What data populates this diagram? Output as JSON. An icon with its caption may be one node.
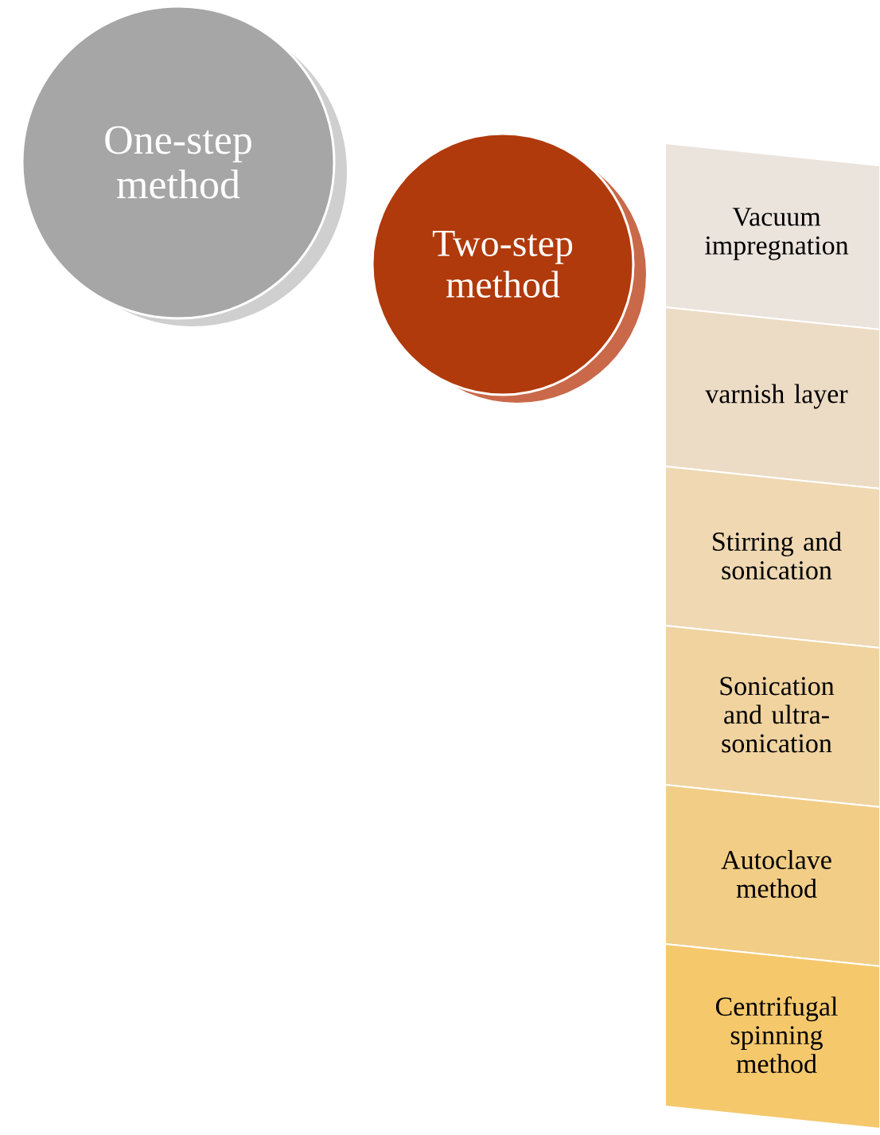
{
  "diagram": {
    "nodes": [
      {
        "text": [
          "One-step method"
        ]
      },
      {
        "text": [
          "Two-step method"
        ]
      },
      {
        "text": [
          "Vacuum impregnation"
        ]
      },
      {
        "text": [
          "varnish layer"
        ]
      },
      {
        "text": [
          "Stirring and sonication"
        ]
      },
      {
        "text": [
          "Sonication and ultra-sonication"
        ]
      },
      {
        "text": [
          "Autoclave method"
        ]
      },
      {
        "text": [
          "Centrifugal spinning method"
        ]
      }
    ]
  }
}
